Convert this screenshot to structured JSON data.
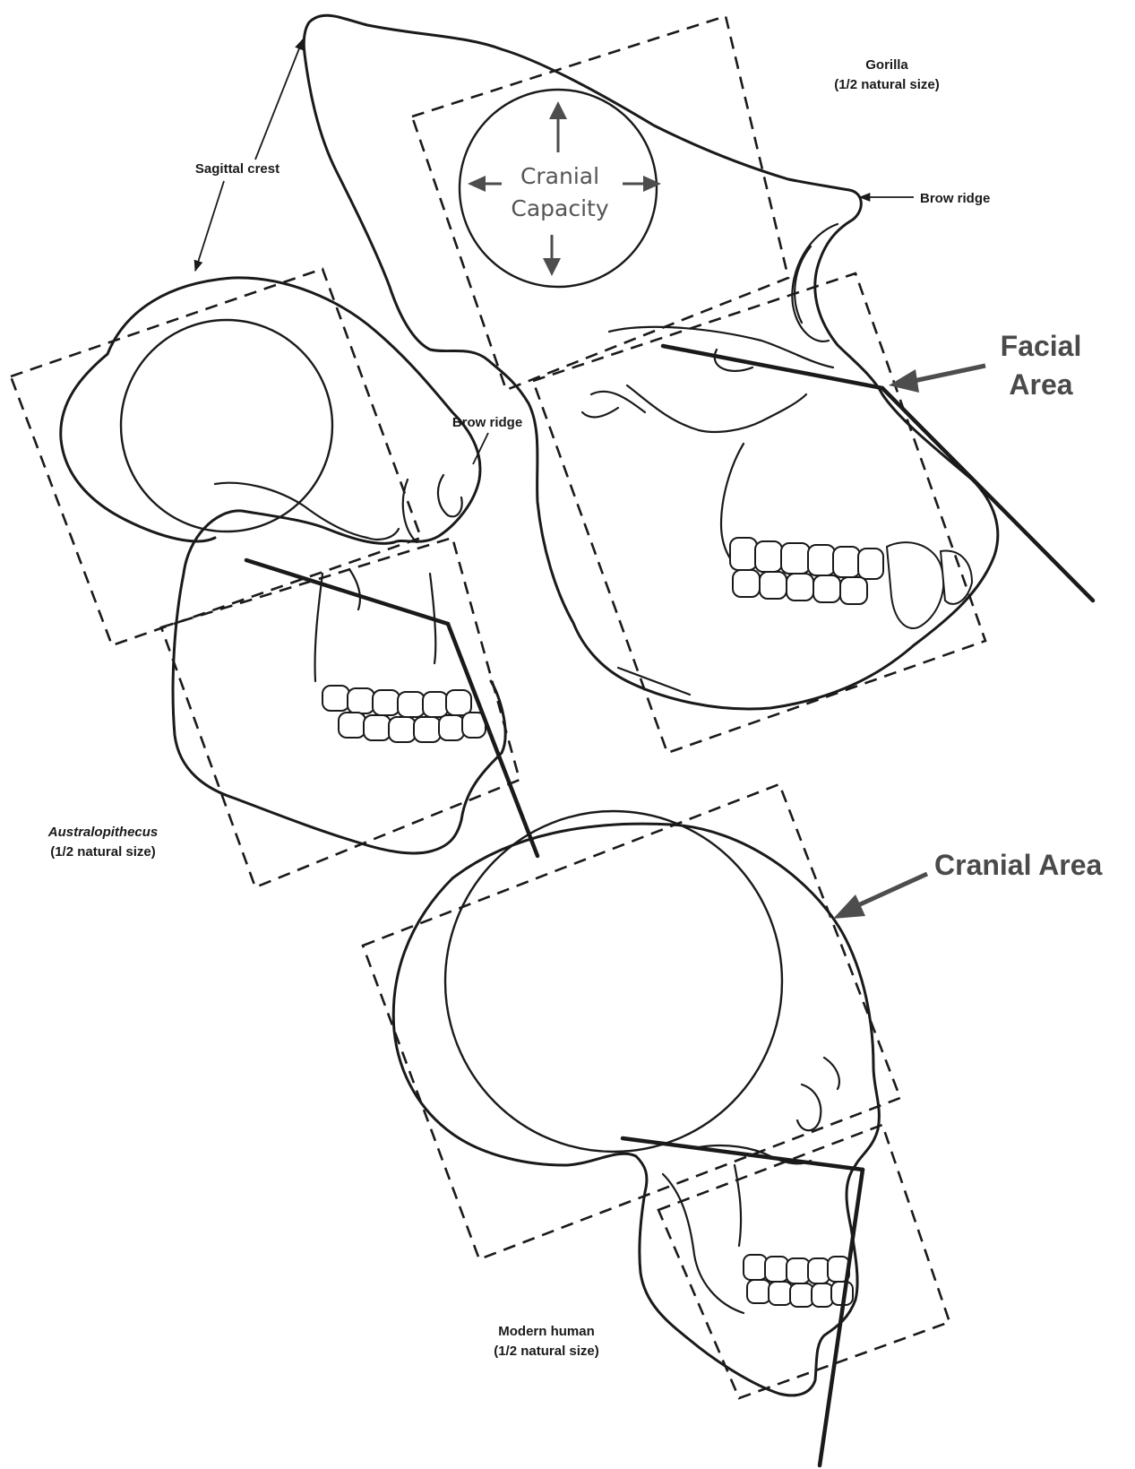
{
  "labels": {
    "sagittal_crest": "Sagittal crest",
    "gorilla_name": "Gorilla",
    "gorilla_scale": "(1/2 natural size)",
    "brow_ridge_gorilla": "Brow ridge",
    "brow_ridge_australopithecus": "Brow ridge",
    "cranial_capacity_line1": "Cranial",
    "cranial_capacity_line2": "Capacity",
    "facial_area_line1": "Facial",
    "facial_area_line2": "Area",
    "australopithecus_name": "Australopithecus",
    "australopithecus_scale": "(1/2 natural size)",
    "cranial_area": "Cranial Area",
    "human_name": "Modern human",
    "human_scale": "(1/2 natural size)"
  }
}
